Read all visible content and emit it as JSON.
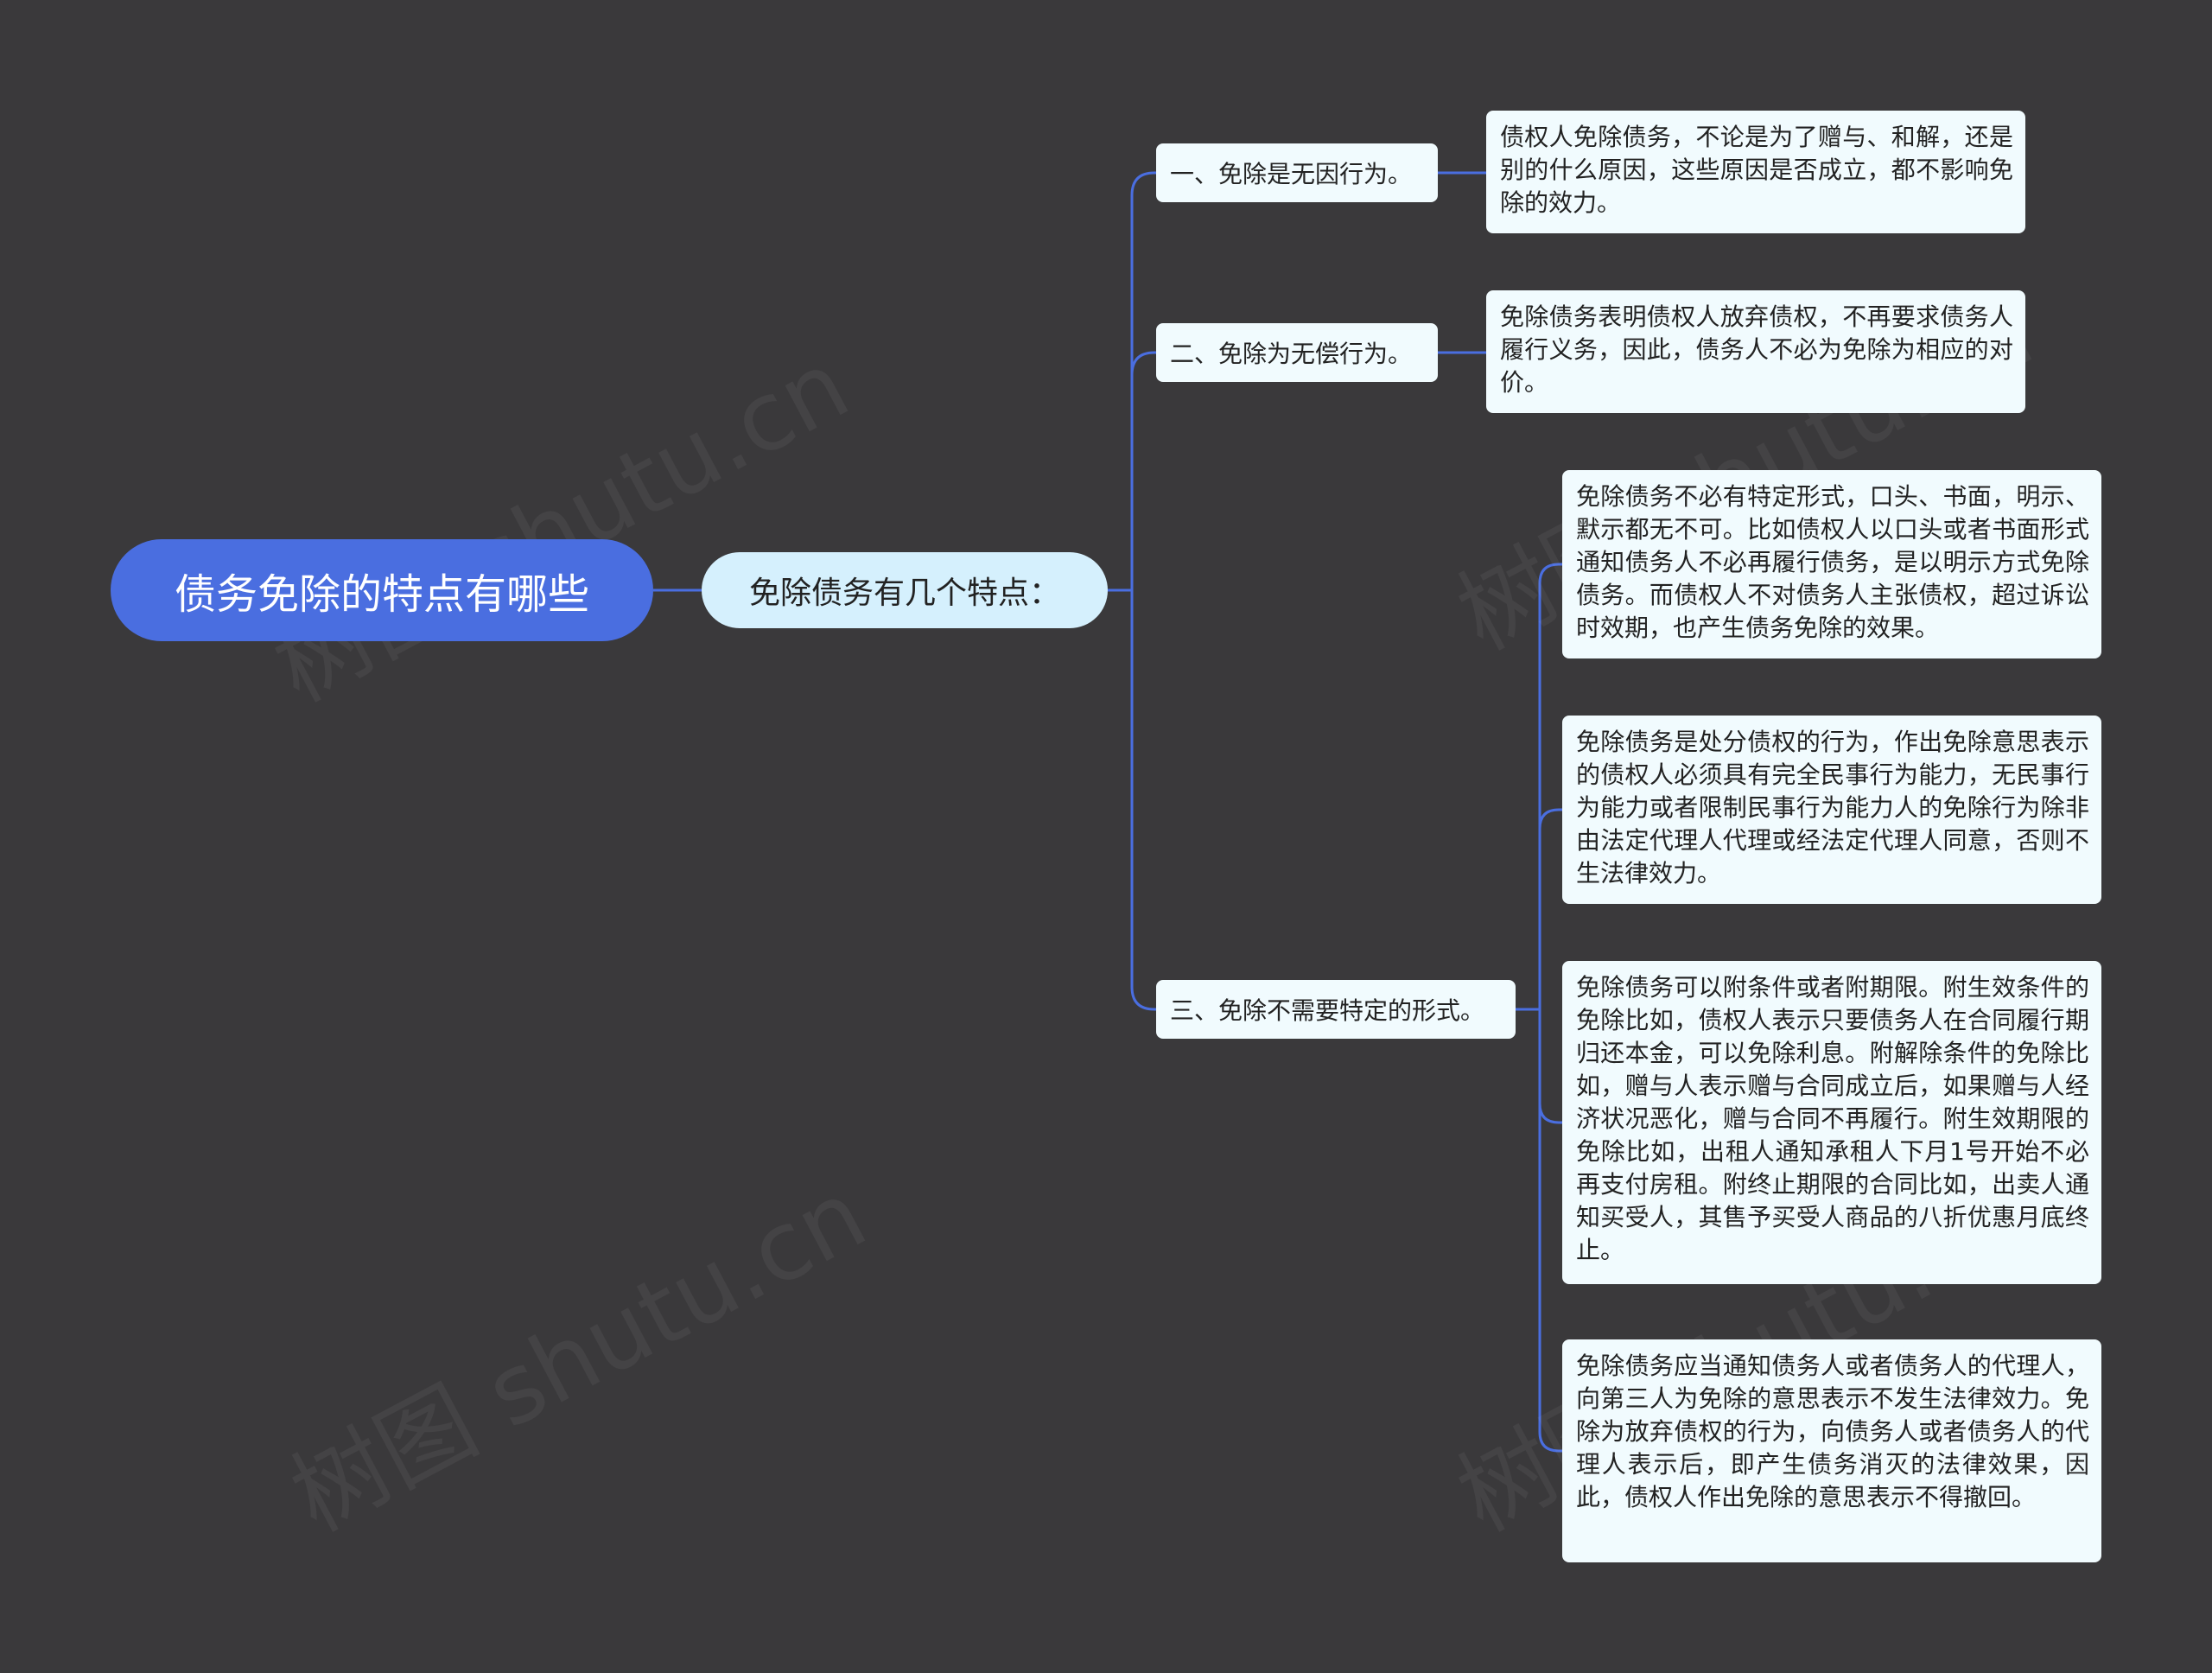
{
  "root": {
    "label": "债务免除的特点有哪些"
  },
  "center": {
    "label": "免除债务有几个特点："
  },
  "branches": [
    {
      "label": "一、免除是无因行为。"
    },
    {
      "label": "二、免除为无偿行为。"
    },
    {
      "label": "三、免除不需要特定的形式。"
    }
  ],
  "leaves": [
    {
      "text": "债权人免除债务，不论是为了赠与、和解，还是别的什么原因，这些原因是否成立，都不影响免除的效力。"
    },
    {
      "text": "免除债务表明债权人放弃债权，不再要求债务人履行义务，因此，债务人不必为免除为相应的对价。"
    },
    {
      "text": "免除债务不必有特定形式，口头、书面，明示、默示都无不可。比如债权人以口头或者书面形式通知债务人不必再履行债务，是以明示方式免除债务。而债权人不对债务人主张债权，超过诉讼时效期，也产生债务免除的效果。"
    },
    {
      "text": "免除债务是处分债权的行为，作出免除意思表示的债权人必须具有完全民事行为能力，无民事行为能力或者限制民事行为能力人的免除行为除非由法定代理人代理或经法定代理人同意，否则不生法律效力。"
    },
    {
      "text": "免除债务可以附条件或者附期限。附生效条件的免除比如，债权人表示只要债务人在合同履行期归还本金，可以免除利息。附解除条件的免除比如，赠与人表示赠与合同成立后，如果赠与人经济状况恶化，赠与合同不再履行。附生效期限的免除比如，出租人通知承租人下月1号开始不必再支付房租。附终止期限的合同比如，出卖人通知买受人，其售予买受人商品的八折优惠月底终止。"
    },
    {
      "text": "免除债务应当通知债务人或者债务人的代理人，向第三人为免除的意思表示不发生法律效力。免除为放弃债权的行为，向债务人或者债务人的代理人表示后，即产生债务消灭的法律效果，因此，债权人作出免除的意思表示不得撤回。"
    }
  ],
  "colors": {
    "background": "#3a393b",
    "root_fill": "#4a6ee0",
    "center_fill": "#d5f0fd",
    "node_fill": "#f1fbfe",
    "connector": "#4a6ee0"
  }
}
